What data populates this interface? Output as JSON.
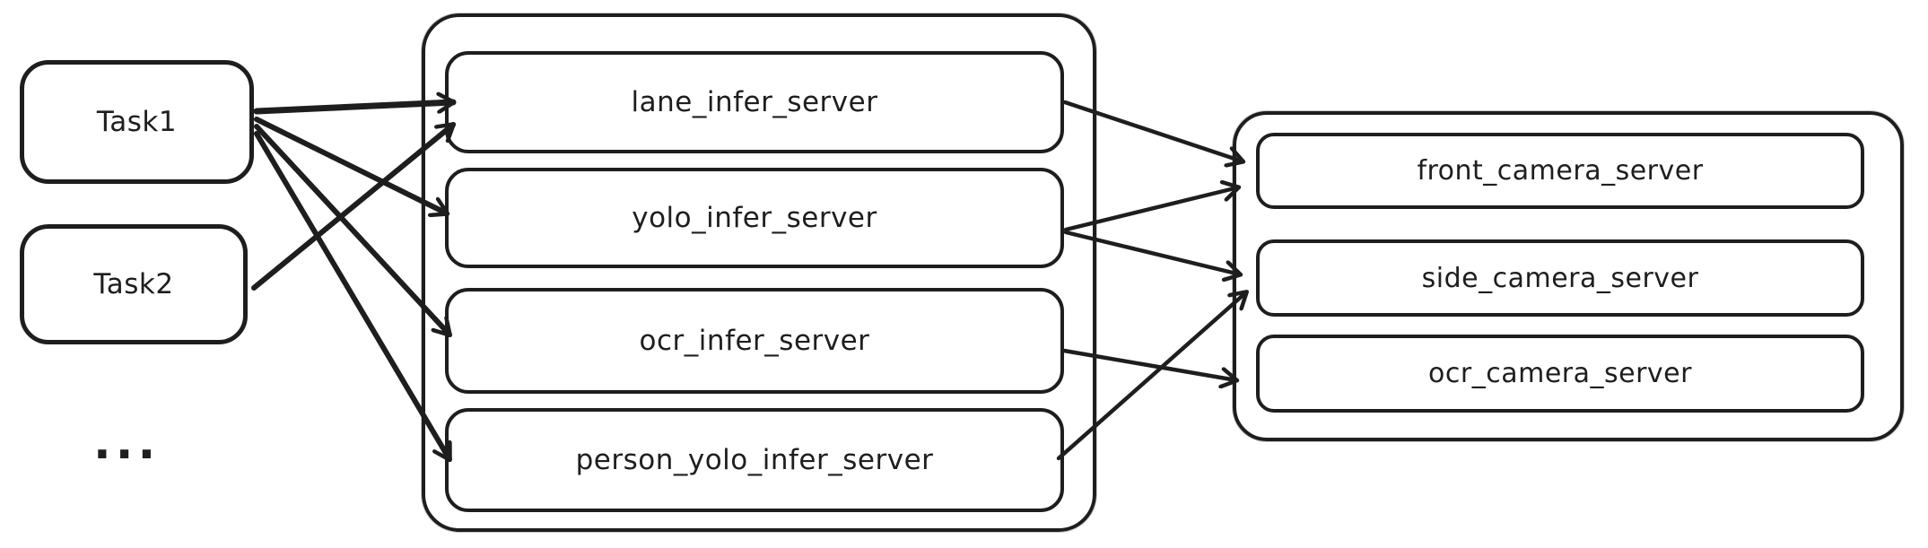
{
  "diagram": {
    "background_color": "#ffffff",
    "stroke_color": "#1e1e1e",
    "tasks": [
      {
        "id": "task1",
        "label": "Task1"
      },
      {
        "id": "task2",
        "label": "Task2"
      }
    ],
    "tasks_ellipsis": "...",
    "infer_group": {
      "servers": [
        {
          "id": "lane_infer_server",
          "label": "lane_infer_server"
        },
        {
          "id": "yolo_infer_server",
          "label": "yolo_infer_server"
        },
        {
          "id": "ocr_infer_server",
          "label": "ocr_infer_server"
        },
        {
          "id": "person_yolo_infer_server",
          "label": "person_yolo_infer_server"
        }
      ]
    },
    "camera_group": {
      "servers": [
        {
          "id": "front_camera_server",
          "label": "front_camera_server"
        },
        {
          "id": "side_camera_server",
          "label": "side_camera_server"
        },
        {
          "id": "ocr_camera_server",
          "label": "ocr_camera_server"
        }
      ]
    },
    "edges": [
      {
        "from": "task1",
        "to": "lane_infer_server"
      },
      {
        "from": "task1",
        "to": "yolo_infer_server"
      },
      {
        "from": "task1",
        "to": "ocr_infer_server"
      },
      {
        "from": "task1",
        "to": "person_yolo_infer_server"
      },
      {
        "from": "task2",
        "to": "lane_infer_server"
      },
      {
        "from": "lane_infer_server",
        "to": "front_camera_server"
      },
      {
        "from": "yolo_infer_server",
        "to": "front_camera_server"
      },
      {
        "from": "yolo_infer_server",
        "to": "side_camera_server"
      },
      {
        "from": "ocr_infer_server",
        "to": "ocr_camera_server"
      },
      {
        "from": "person_yolo_infer_server",
        "to": "side_camera_server"
      }
    ]
  }
}
